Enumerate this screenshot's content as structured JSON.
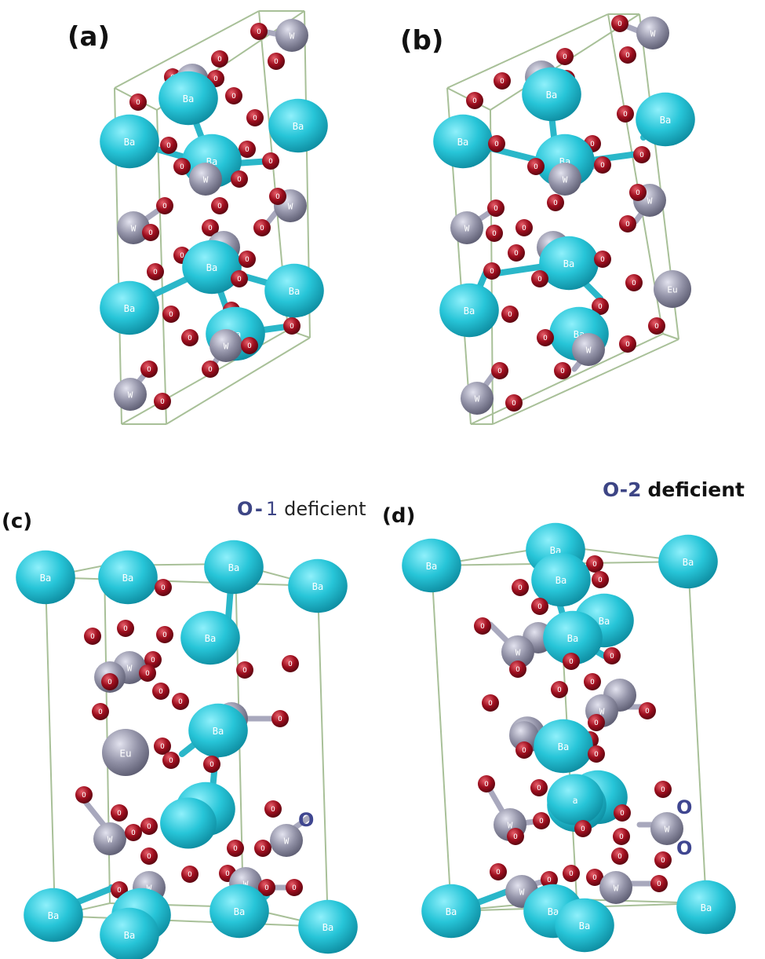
{
  "colors": {
    "ba": "#27c5d8",
    "w": "#9393a8",
    "eu": "#9393a8",
    "o": "#9e0e1e",
    "cell": "#a8c098",
    "ba_bond": "#2ab7c9",
    "w_bond": "#a8a8bd",
    "note": "#3d4585",
    "o_marker": "#3f4690"
  },
  "element_labels": {
    "ba": "Ba",
    "w": "W",
    "o": "O",
    "eu": "Eu",
    "ba_partial": "a"
  },
  "panels": {
    "a": {
      "label": "(a)"
    },
    "b": {
      "label": "(b)"
    },
    "c": {
      "label": "(c)",
      "note_symbol": "O",
      "note_dash": "-",
      "note_num": "1",
      "note_text": "deficient",
      "marker": "O"
    },
    "d": {
      "label": "(d)",
      "note_prefix": "O-2",
      "note_text": "deficient",
      "marker_1": "O",
      "marker_2": "O"
    }
  }
}
